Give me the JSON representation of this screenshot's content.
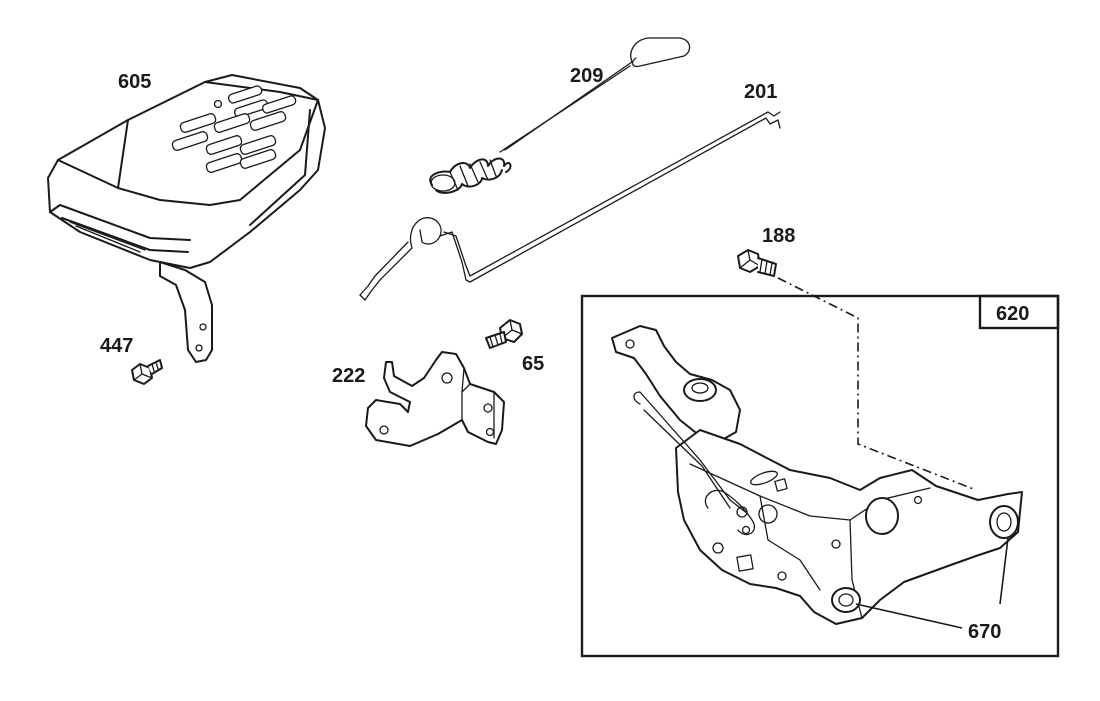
{
  "labels": {
    "p605": "605",
    "p209": "209",
    "p201": "201",
    "p188": "188",
    "p620": "620",
    "p447": "447",
    "p222": "222",
    "p65": "65",
    "p670": "670"
  }
}
